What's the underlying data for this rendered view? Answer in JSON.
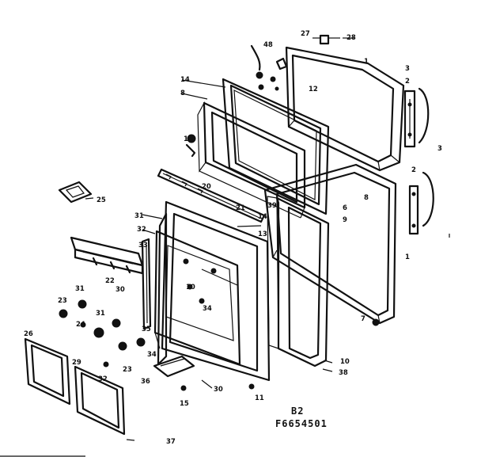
{
  "diagram": {
    "section_label": "B2",
    "part_number": "F6654501",
    "callouts": [
      {
        "id": "c27",
        "text": "27"
      },
      {
        "id": "c28",
        "text": "28"
      },
      {
        "id": "c48",
        "text": "48"
      },
      {
        "id": "c1a",
        "text": "1"
      },
      {
        "id": "c3a",
        "text": "3"
      },
      {
        "id": "c2a",
        "text": "2"
      },
      {
        "id": "c14a",
        "text": "14"
      },
      {
        "id": "c12",
        "text": "12"
      },
      {
        "id": "c8a",
        "text": "8"
      },
      {
        "id": "c18",
        "text": "18"
      },
      {
        "id": "c20",
        "text": "20"
      },
      {
        "id": "c3b",
        "text": "3"
      },
      {
        "id": "c2b",
        "text": "2"
      },
      {
        "id": "c1b",
        "text": "1"
      },
      {
        "id": "c8b",
        "text": "8"
      },
      {
        "id": "c9",
        "text": "9"
      },
      {
        "id": "c6",
        "text": "6"
      },
      {
        "id": "c25",
        "text": "25"
      },
      {
        "id": "c31a",
        "text": "31"
      },
      {
        "id": "c21",
        "text": "21"
      },
      {
        "id": "c14b",
        "text": "14"
      },
      {
        "id": "c13",
        "text": "13"
      },
      {
        "id": "c32a",
        "text": "32"
      },
      {
        "id": "c33",
        "text": "33"
      },
      {
        "id": "c22",
        "text": "22"
      },
      {
        "id": "c30a",
        "text": "30"
      },
      {
        "id": "c10a",
        "text": "10"
      },
      {
        "id": "c34a",
        "text": "34"
      },
      {
        "id": "c7",
        "text": "7"
      },
      {
        "id": "c31b",
        "text": "31"
      },
      {
        "id": "c23a",
        "text": "23"
      },
      {
        "id": "c24",
        "text": "24"
      },
      {
        "id": "c31c",
        "text": "31"
      },
      {
        "id": "c35",
        "text": "35"
      },
      {
        "id": "c34b",
        "text": "34"
      },
      {
        "id": "c23b",
        "text": "23"
      },
      {
        "id": "c32b",
        "text": "32"
      },
      {
        "id": "c36",
        "text": "36"
      },
      {
        "id": "c29",
        "text": "29"
      },
      {
        "id": "c26",
        "text": "26"
      },
      {
        "id": "c30b",
        "text": "30"
      },
      {
        "id": "c38",
        "text": "38"
      },
      {
        "id": "c11",
        "text": "11"
      },
      {
        "id": "c15",
        "text": "15"
      },
      {
        "id": "c37",
        "text": "37"
      },
      {
        "id": "c10b",
        "text": "10"
      },
      {
        "id": "c39",
        "text": "39"
      }
    ]
  }
}
